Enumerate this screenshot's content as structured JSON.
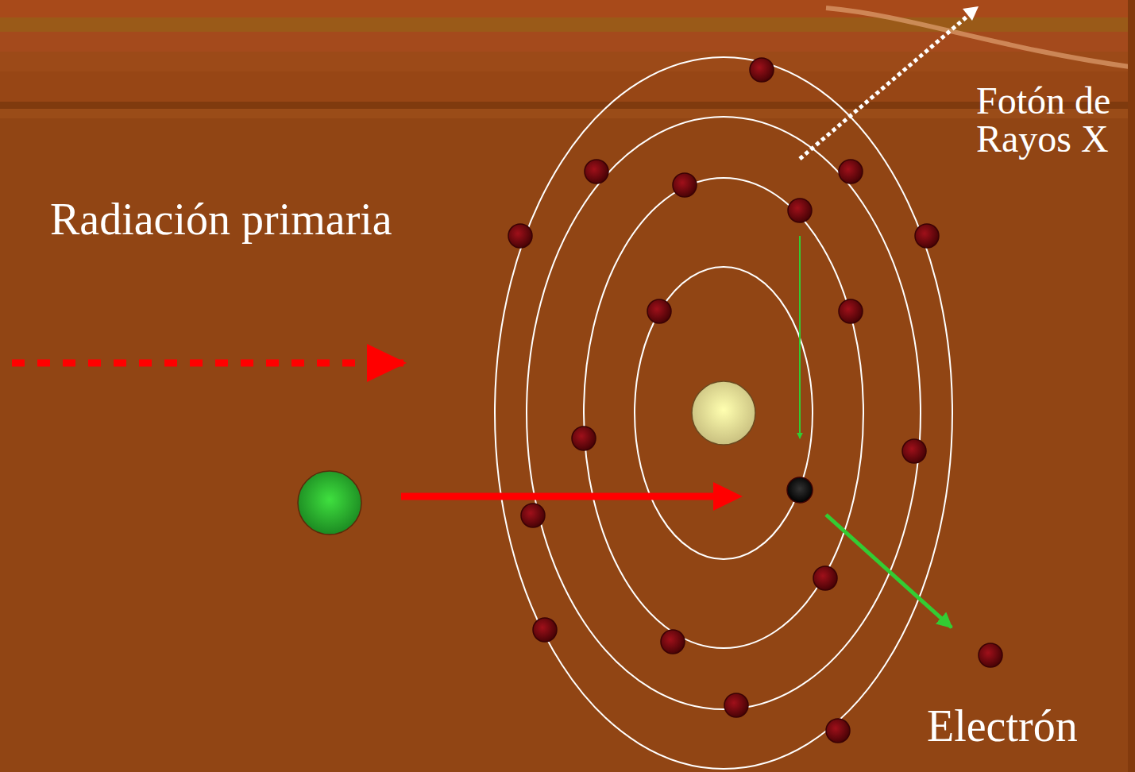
{
  "diagram": {
    "labels": [
      "Radiación primaria",
      "Fotón de Rayos X",
      "Electrón"
    ]
  }
}
